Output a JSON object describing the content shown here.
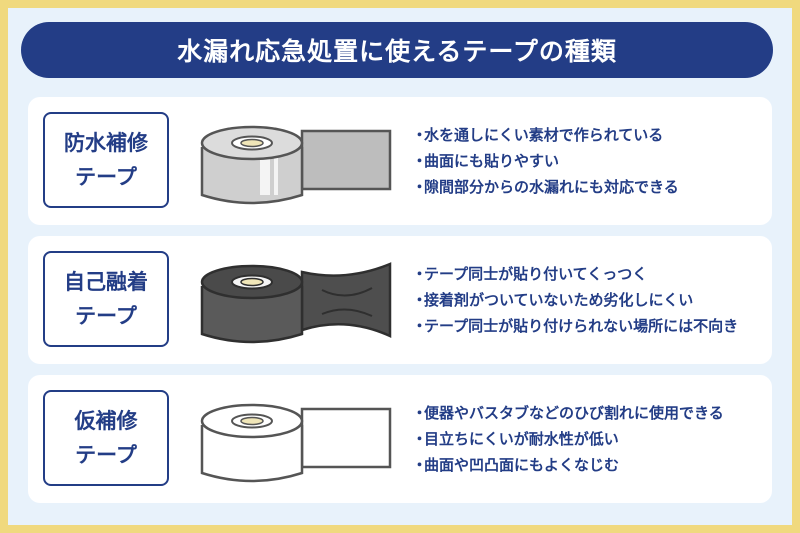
{
  "title": "水漏れ応急処置に使えるテープの種類",
  "colors": {
    "navy": "#233d86",
    "frame": "#f0d97e",
    "panel": "#e8f2fb",
    "tape_gray": "#cfcfcf",
    "tape_dark": "#565656",
    "tape_white": "#ffffff"
  },
  "cards": [
    {
      "label_line1": "防水補修",
      "label_line2": "テープ",
      "tape_icon": "gray-tape-roll-icon",
      "bullet_mark": "・",
      "bullets": [
        "水を通しにくい素材で作られている",
        "曲面にも貼りやすい",
        "隙間部分からの水漏れにも対応できる"
      ]
    },
    {
      "label_line1": "自己融着",
      "label_line2": "テープ",
      "tape_icon": "black-tape-roll-icon",
      "bullet_mark": "・",
      "bullets": [
        "テープ同士が貼り付いてくっつく",
        "接着剤がついていないため劣化しにくい",
        "テープ同士が貼り付けられない場所には不向き"
      ]
    },
    {
      "label_line1": "仮補修",
      "label_line2": "テープ",
      "tape_icon": "white-tape-roll-icon",
      "bullet_mark": "・",
      "bullets": [
        "便器やバスタブなどのひび割れに使用できる",
        "目立ちにくいが耐水性が低い",
        "曲面や凹凸面にもよくなじむ"
      ]
    }
  ]
}
